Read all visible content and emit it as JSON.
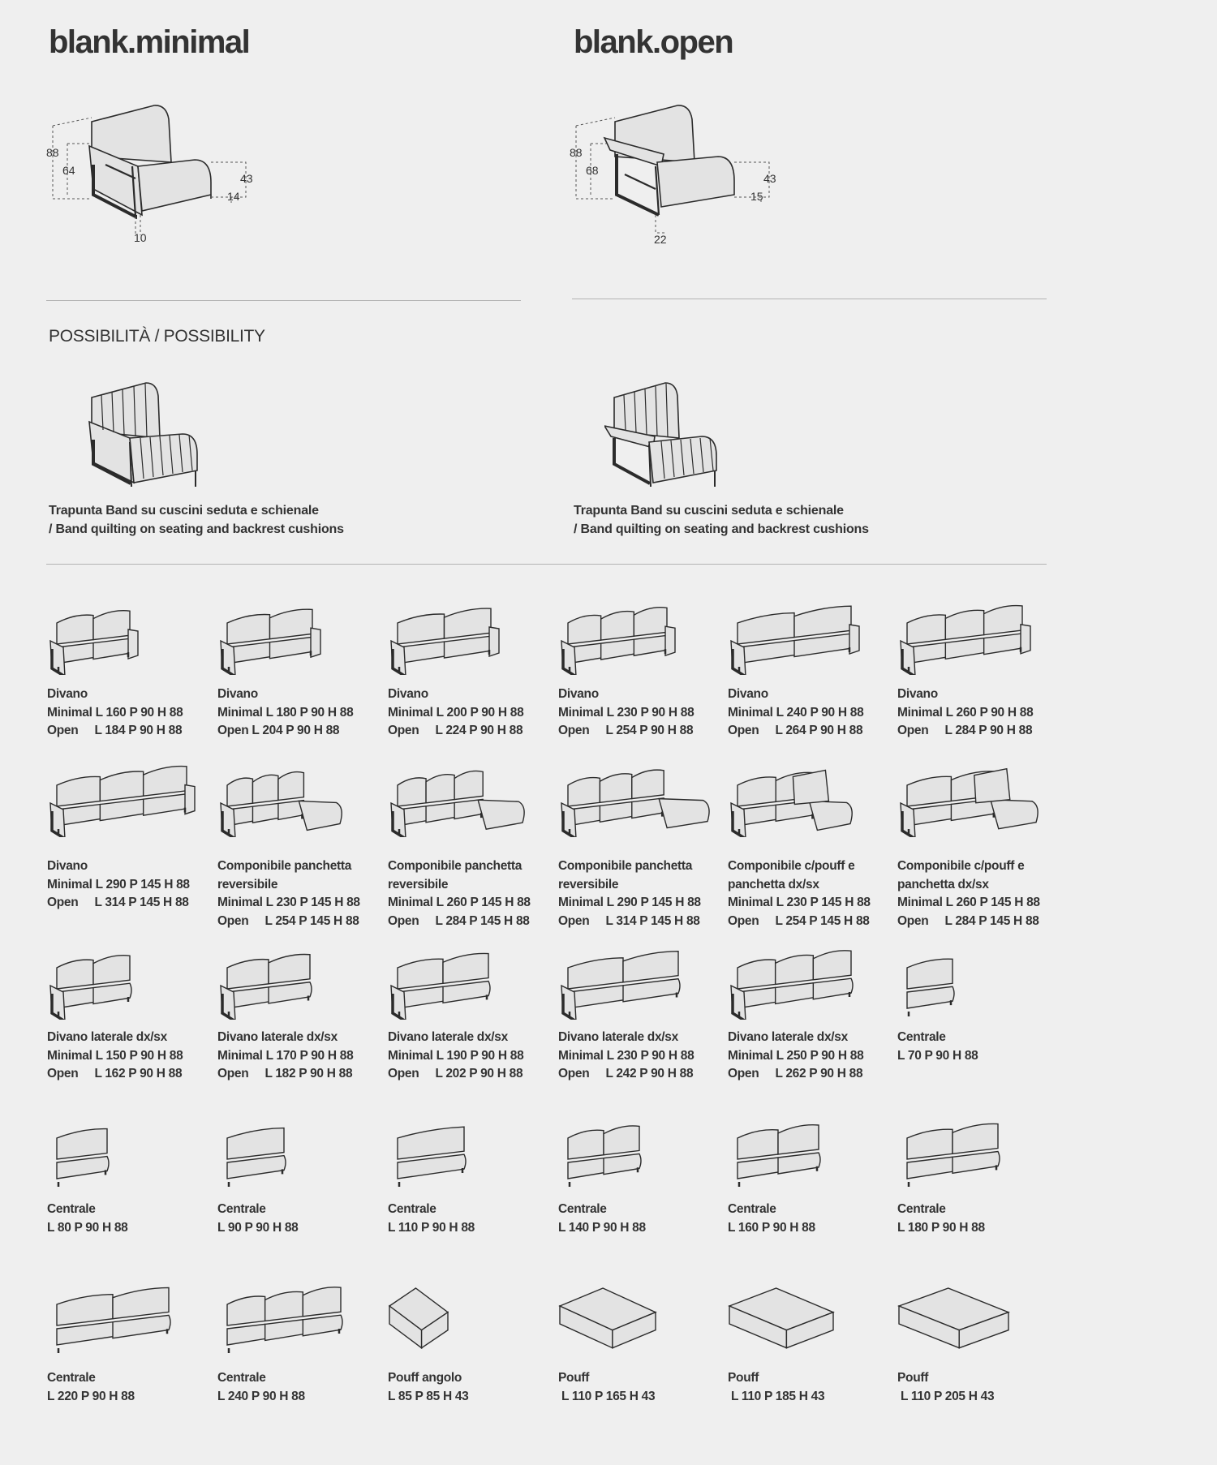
{
  "headers": {
    "left_title": "blank.minimal",
    "right_title": "blank.open"
  },
  "minimal_dims": {
    "d88": "88",
    "d64": "64",
    "d43": "43",
    "d14": "14",
    "d10": "10"
  },
  "open_dims": {
    "d88": "88",
    "d68": "68",
    "d43": "43",
    "d15": "15",
    "d22": "22"
  },
  "possibility": {
    "title": "POSSIBILITÀ / POSSIBILITY",
    "left_caption": [
      "Trapunta Band su cuscini seduta e schienale",
      "/ Band quilting on seating and backrest cushions"
    ],
    "right_caption": [
      "Trapunta Band su cuscini seduta e schienale",
      "/ Band quilting on seating and backrest cushions"
    ]
  },
  "items": [
    {
      "lines": [
        "Divano",
        "Minimal L 160 P 90 H 88",
        "Open     L 184 P 90 H 88"
      ]
    },
    {
      "lines": [
        "Divano",
        "Minimal L 180 P 90 H 88",
        "Open L 204 P 90 H 88"
      ]
    },
    {
      "lines": [
        "Divano",
        "Minimal L 200 P 90 H 88",
        "Open     L 224 P 90 H 88"
      ]
    },
    {
      "lines": [
        "Divano",
        "Minimal L 230 P 90 H 88",
        "Open     L 254 P 90 H 88"
      ]
    },
    {
      "lines": [
        "Divano",
        "Minimal L 240 P 90 H 88",
        "Open     L 264 P 90 H 88"
      ]
    },
    {
      "lines": [
        "Divano",
        "Minimal L 260 P 90 H 88",
        "Open     L 284 P 90 H 88"
      ]
    },
    {
      "lines": [
        "Divano",
        "Minimal L 290 P 145 H 88",
        "Open     L 314 P 145 H 88"
      ]
    },
    {
      "lines": [
        "Componibile panchetta",
        "reversibile",
        "Minimal L 230 P 145 H 88",
        "Open     L 254 P 145 H 88"
      ]
    },
    {
      "lines": [
        "Componibile panchetta",
        "reversibile",
        "Minimal L 260 P 145 H 88",
        "Open     L 284 P 145 H 88"
      ]
    },
    {
      "lines": [
        "Componibile panchetta",
        "reversibile",
        "Minimal L 290 P 145 H 88",
        "Open     L 314 P 145 H 88"
      ]
    },
    {
      "lines": [
        "Componibile c/pouff e",
        "panchetta dx/sx",
        "Minimal L 230 P 145 H 88",
        "Open     L 254 P 145 H 88"
      ]
    },
    {
      "lines": [
        "Componibile c/pouff e",
        "panchetta dx/sx",
        "Minimal L 260 P 145 H 88",
        "Open     L 284 P 145 H 88"
      ]
    },
    {
      "lines": [
        "Divano laterale dx/sx",
        "Minimal L 150 P 90 H 88",
        "Open     L 162 P 90 H 88"
      ]
    },
    {
      "lines": [
        "Divano laterale dx/sx",
        "Minimal L 170 P 90 H 88",
        "Open     L 182 P 90 H 88"
      ]
    },
    {
      "lines": [
        "Divano laterale dx/sx",
        "Minimal L 190 P 90 H 88",
        "Open     L 202 P 90 H 88"
      ]
    },
    {
      "lines": [
        "Divano laterale dx/sx",
        "Minimal L 230 P 90 H 88",
        "Open     L 242 P 90 H 88"
      ]
    },
    {
      "lines": [
        "Divano laterale dx/sx",
        "Minimal L 250 P 90 H 88",
        "Open     L 262 P 90 H 88"
      ]
    },
    {
      "lines": [
        "Centrale",
        "L 70 P 90 H 88"
      ]
    },
    {
      "lines": [
        "Centrale",
        "L 80 P 90 H 88"
      ]
    },
    {
      "lines": [
        "Centrale",
        "L 90 P 90 H 88"
      ]
    },
    {
      "lines": [
        "Centrale",
        "L 110 P 90 H 88"
      ]
    },
    {
      "lines": [
        "Centrale",
        "L 140 P 90 H 88"
      ]
    },
    {
      "lines": [
        "Centrale",
        "L 160 P 90 H 88"
      ]
    },
    {
      "lines": [
        "Centrale",
        "L 180 P 90 H 88"
      ]
    },
    {
      "lines": [
        "Centrale",
        "L 220 P 90 H 88"
      ]
    },
    {
      "lines": [
        "Centrale",
        "L 240 P 90 H 88"
      ]
    },
    {
      "lines": [
        "Pouff angolo",
        "L 85 P 85 H 43"
      ]
    },
    {
      "lines": [
        "Pouff",
        " L 110 P 165 H 43"
      ]
    },
    {
      "lines": [
        "Pouff",
        " L 110 P 185 H 43"
      ]
    },
    {
      "lines": [
        "Pouff",
        " L 110 P 205 H 43"
      ]
    }
  ]
}
